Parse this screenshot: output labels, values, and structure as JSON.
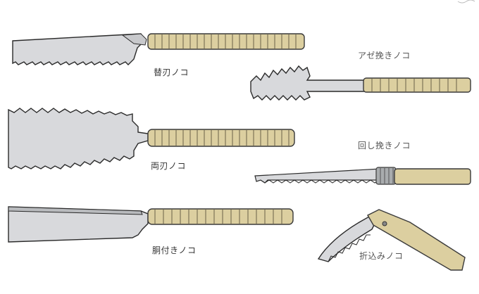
{
  "colors": {
    "blade": "#d8d9dc",
    "blade_stroke": "#2a2a2a",
    "handle": "#dccfa0",
    "handle_stroke": "#3a3a3a",
    "collar": "#a9acae"
  },
  "saws": [
    {
      "id": "kaeba",
      "label": "替刃ノコ",
      "blade_icon": "replaceable-blade-saw-icon"
    },
    {
      "id": "ryoba",
      "label": "両刃ノコ",
      "blade_icon": "double-edge-saw-icon"
    },
    {
      "id": "dotsuki",
      "label": "胴付きノコ",
      "blade_icon": "backed-saw-icon"
    },
    {
      "id": "azebiki",
      "label": "アゼ挽きノコ",
      "blade_icon": "groove-saw-icon"
    },
    {
      "id": "mawashibiki",
      "label": "回し挽きノコ",
      "blade_icon": "keyhole-saw-icon"
    },
    {
      "id": "orikomi",
      "label": "折込みノコ",
      "blade_icon": "folding-saw-icon"
    }
  ]
}
